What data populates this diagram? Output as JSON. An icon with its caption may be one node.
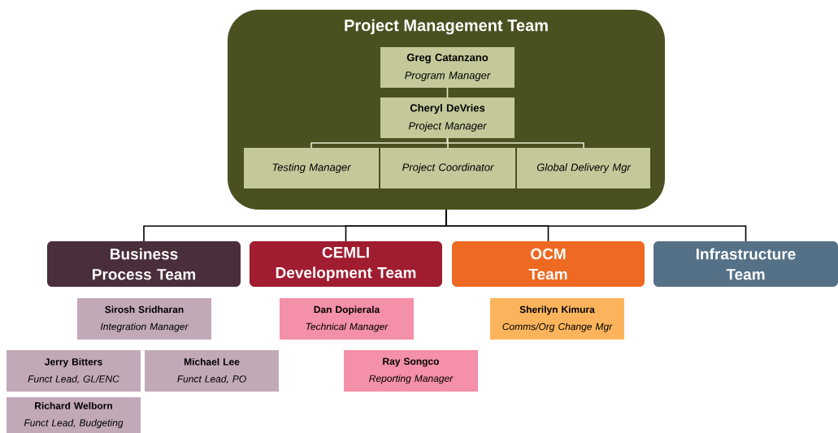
{
  "diagram": {
    "nodes": [
      {
        "text": [
          "Project Management Team"
        ]
      },
      {
        "text": [
          "Greg Catanzano",
          "Program Manager"
        ],
        "in": 0
      },
      {
        "text": [
          "Cheryl DeVries",
          "Project Manager"
        ],
        "in": 0
      },
      {
        "text": [
          "Testing Manager"
        ],
        "in": 0
      },
      {
        "text": [
          "Project Coordinator"
        ],
        "in": 0
      },
      {
        "text": [
          "Global Delivery Mgr"
        ],
        "in": 0
      },
      {
        "text": [
          "Business Process Team"
        ]
      },
      {
        "text": [
          "CEMLI Development Team"
        ]
      },
      {
        "text": [
          "OCM Team"
        ]
      },
      {
        "text": [
          "Infrastructure Team"
        ]
      },
      {
        "text": [
          "Sirosh Sridharan",
          "Integration Manager"
        ]
      },
      {
        "text": [
          "Jerry Bitters",
          "Funct Lead, GL/ENC"
        ]
      },
      {
        "text": [
          "Michael Lee",
          "Funct Lead, PO"
        ]
      },
      {
        "text": [
          "Richard Welborn",
          "Funct Lead, Budgeting"
        ]
      },
      {
        "text": [
          "Dan Dopierala",
          "Technical Manager"
        ]
      },
      {
        "text": [
          "Ray Songco",
          "Reporting Manager"
        ]
      },
      {
        "text": [
          "Sherilyn Kimura",
          "Comms/Org Change Mgr"
        ]
      }
    ],
    "edges": [
      {
        "from": 1,
        "to": 2,
        "arrow": "none",
        "color": "#e8e8cc"
      },
      {
        "from": 2,
        "to": 3,
        "arrow": "none",
        "color": "#e8e8cc"
      },
      {
        "from": 2,
        "to": 4,
        "arrow": "none",
        "color": "#e8e8cc"
      },
      {
        "from": 2,
        "to": 5,
        "arrow": "none",
        "color": "#e8e8cc"
      },
      {
        "from": 0,
        "to": 6,
        "arrow": "none",
        "color": "#000000"
      },
      {
        "from": 0,
        "to": 7,
        "arrow": "none",
        "color": "#000000"
      },
      {
        "from": 0,
        "to": 8,
        "arrow": "none",
        "color": "#000000"
      },
      {
        "from": 0,
        "to": 9,
        "arrow": "none",
        "color": "#000000"
      }
    ]
  }
}
